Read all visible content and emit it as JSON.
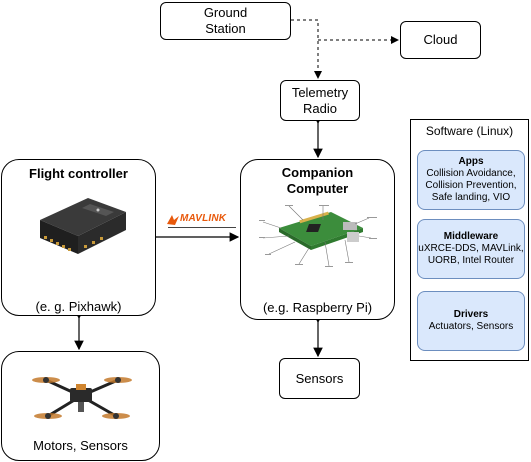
{
  "ground_station": {
    "line1": "Ground",
    "line2": "Station"
  },
  "cloud": {
    "label": "Cloud"
  },
  "telemetry_radio": {
    "line1": "Telemetry",
    "line2": "Radio"
  },
  "flight_controller": {
    "title": "Flight controller",
    "caption": "(e. g. Pixhawk)"
  },
  "companion_computer": {
    "title_line1": "Companion",
    "title_line2": "Computer",
    "caption": "(e.g. Raspberry Pi)"
  },
  "motors": {
    "caption": "Motors, Sensors"
  },
  "sensors": {
    "label": "Sensors"
  },
  "mavlink_logo": {
    "text": "MAVLINK"
  },
  "software": {
    "title": "Software (Linux)",
    "cards": [
      {
        "heading": "Apps",
        "lines": [
          "Collision Avoidance,",
          "Collision Prevention,",
          "Safe landing, VIO"
        ]
      },
      {
        "heading": "Middleware",
        "lines": [
          "uXRCE-DDS, MAVLink,",
          "UORB, Intel Router"
        ]
      },
      {
        "heading": "Drivers",
        "lines": [
          "Actuators, Sensors"
        ]
      }
    ]
  },
  "colors": {
    "card_fill": "#dae8fc",
    "card_stroke": "#6c8ebf",
    "mavlink_orange": "#e8590c"
  }
}
